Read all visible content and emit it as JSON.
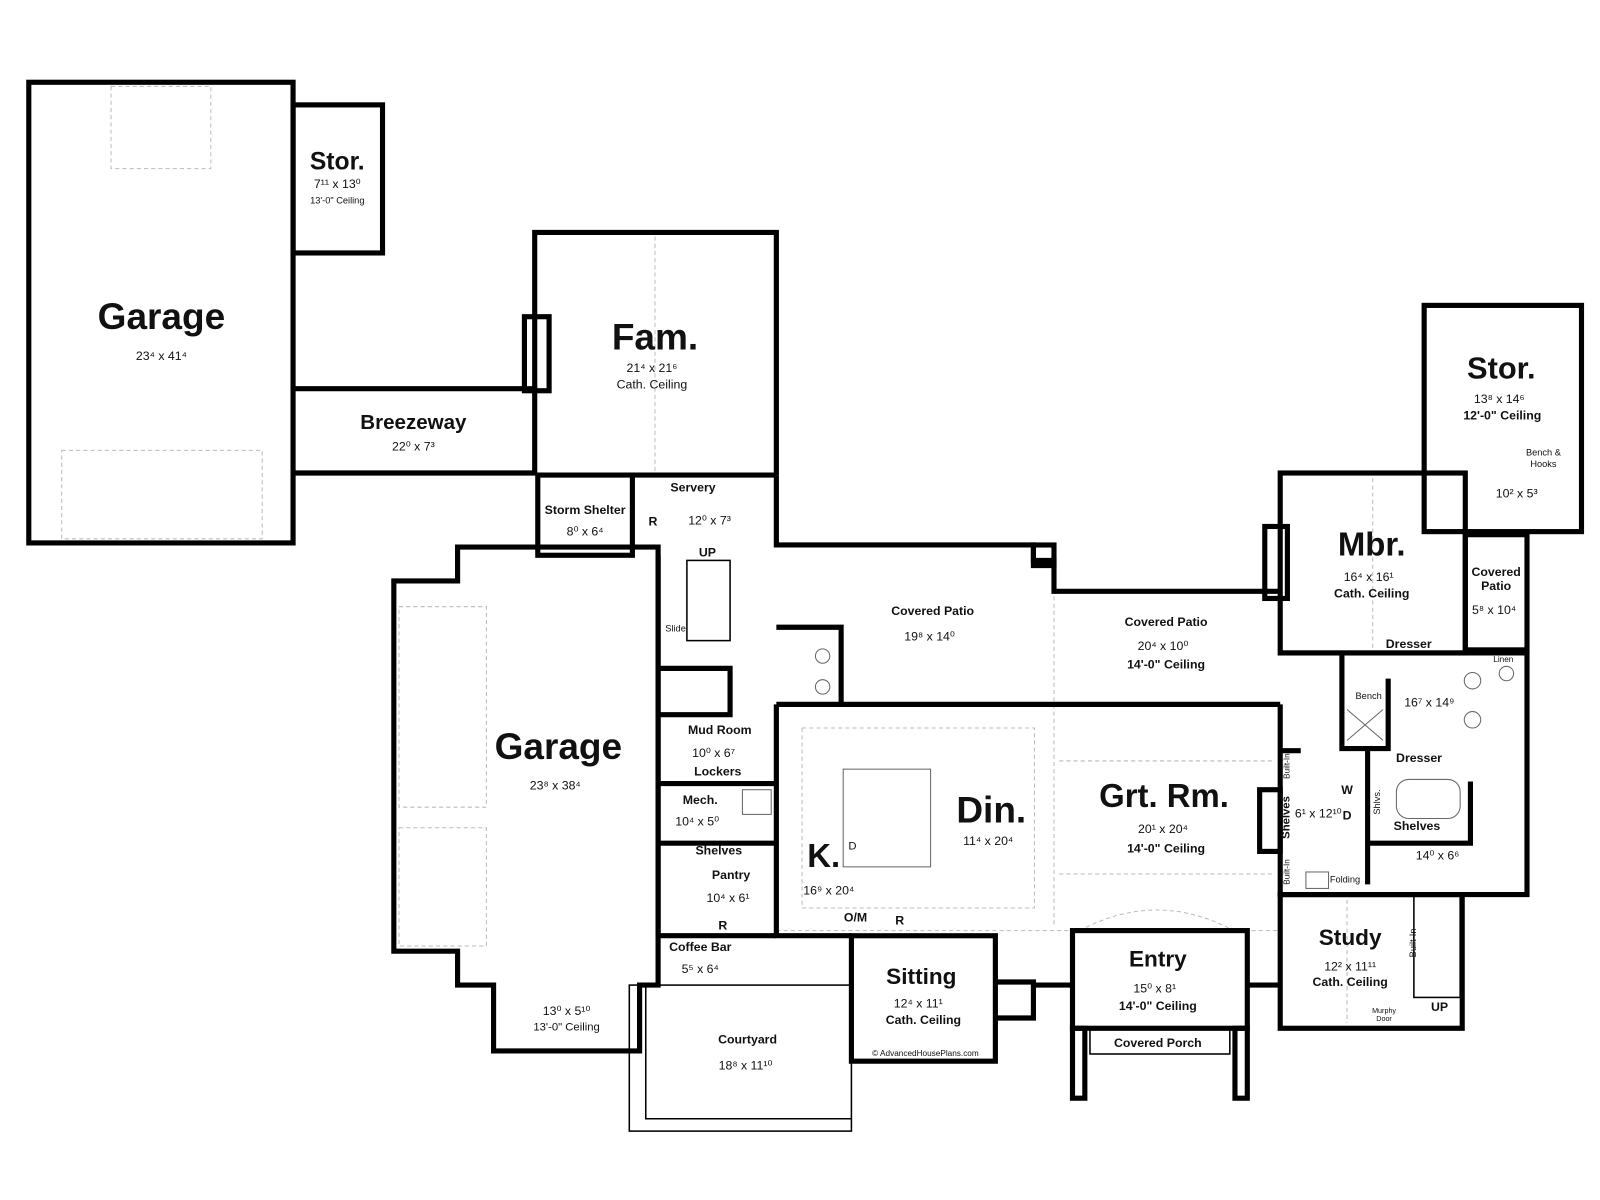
{
  "plan": {
    "copyright": "© AdvancedHousePlans.com",
    "rooms": {
      "garage_left": {
        "name": "Garage",
        "dims": "23⁴ x 41⁴"
      },
      "stor_left": {
        "name": "Stor.",
        "dims": "7¹¹ x 13⁰",
        "note": "13'-0\" Ceiling"
      },
      "breezeway": {
        "name": "Breezeway",
        "dims": "22⁰ x 7³"
      },
      "fam": {
        "name": "Fam.",
        "dims": "21⁴ x 21⁶",
        "note": "Cath. Ceiling"
      },
      "storm": {
        "name": "Storm Shelter",
        "dims": "8⁰ x 6⁴"
      },
      "servery": {
        "name": "Servery",
        "dims": "12⁰ x 7³",
        "r": "R",
        "up": "UP",
        "slide": "Slide"
      },
      "garage_main": {
        "name": "Garage",
        "dims": "23⁸ x 38⁴"
      },
      "garage_bay": {
        "dims": "13⁰ x 5¹⁰",
        "note": "13'-0\" Ceiling"
      },
      "mud": {
        "name": "Mud Room",
        "dims": "10⁰ x 6⁷",
        "lockers": "Lockers"
      },
      "mech": {
        "name": "Mech.",
        "dims": "10⁴ x 5⁰",
        "shelves": "Shelves"
      },
      "pantry": {
        "name": "Pantry",
        "dims": "10⁴ x 6¹",
        "r": "R"
      },
      "coffee": {
        "name": "Coffee Bar",
        "dims": "5⁵ x 6⁴"
      },
      "courtyard": {
        "name": "Courtyard",
        "dims": "18⁸ x 11¹⁰"
      },
      "patio1": {
        "name": "Covered Patio",
        "dims": "19⁸ x 14⁰"
      },
      "patio2": {
        "name": "Covered Patio",
        "dims": "20⁴ x 10⁰",
        "note": "14'-0\" Ceiling"
      },
      "kitchen": {
        "name": "K.",
        "dims": "16⁹ x 20⁴",
        "om": "O/M",
        "r": "R",
        "d": "D"
      },
      "dining": {
        "name": "Din.",
        "dims": "11⁴ x 20⁴"
      },
      "great": {
        "name": "Grt. Rm.",
        "dims": "20¹ x 20⁴",
        "note": "14'-0\" Ceiling"
      },
      "sitting": {
        "name": "Sitting",
        "dims": "12⁴ x 11¹",
        "note": "Cath. Ceiling"
      },
      "entry": {
        "name": "Entry",
        "dims": "15⁰ x 8¹",
        "note": "14'-0\" Ceiling"
      },
      "porch": {
        "name": "Covered Porch"
      },
      "study": {
        "name": "Study",
        "dims": "12² x 11¹¹",
        "note": "Cath. Ceiling",
        "builtin": "Built-In",
        "murphy1": "Murphy",
        "murphy2": "Door",
        "up": "UP"
      },
      "mbr": {
        "name": "Mbr.",
        "dims": "16⁴ x 16¹",
        "note": "Cath. Ceiling"
      },
      "stor_right": {
        "name": "Stor.",
        "dims": "13⁸ x 14⁶",
        "note": "12'-0\" Ceiling",
        "bench1": "Bench &",
        "bench2": "Hooks",
        "sub_dims": "10² x 5³"
      },
      "patio3": {
        "name1": "Covered",
        "name2": "Patio",
        "dims": "5⁸ x 10⁴"
      },
      "mbath": {
        "dims": "16⁷ x 14⁹",
        "dresser1": "Dresser",
        "dresser2": "Dresser",
        "bench": "Bench",
        "linen": "Linen",
        "shlvs": "Shlvs.",
        "shelves": "Shelves"
      },
      "laundry": {
        "dims": "6¹ x 12¹⁰",
        "w": "W",
        "d": "D",
        "shelves": "Shelves",
        "builtin1": "Built-In",
        "builtin2": "Built-In",
        "folding": "Folding"
      },
      "closet": {
        "dims": "14⁰ x 6⁶"
      }
    }
  }
}
